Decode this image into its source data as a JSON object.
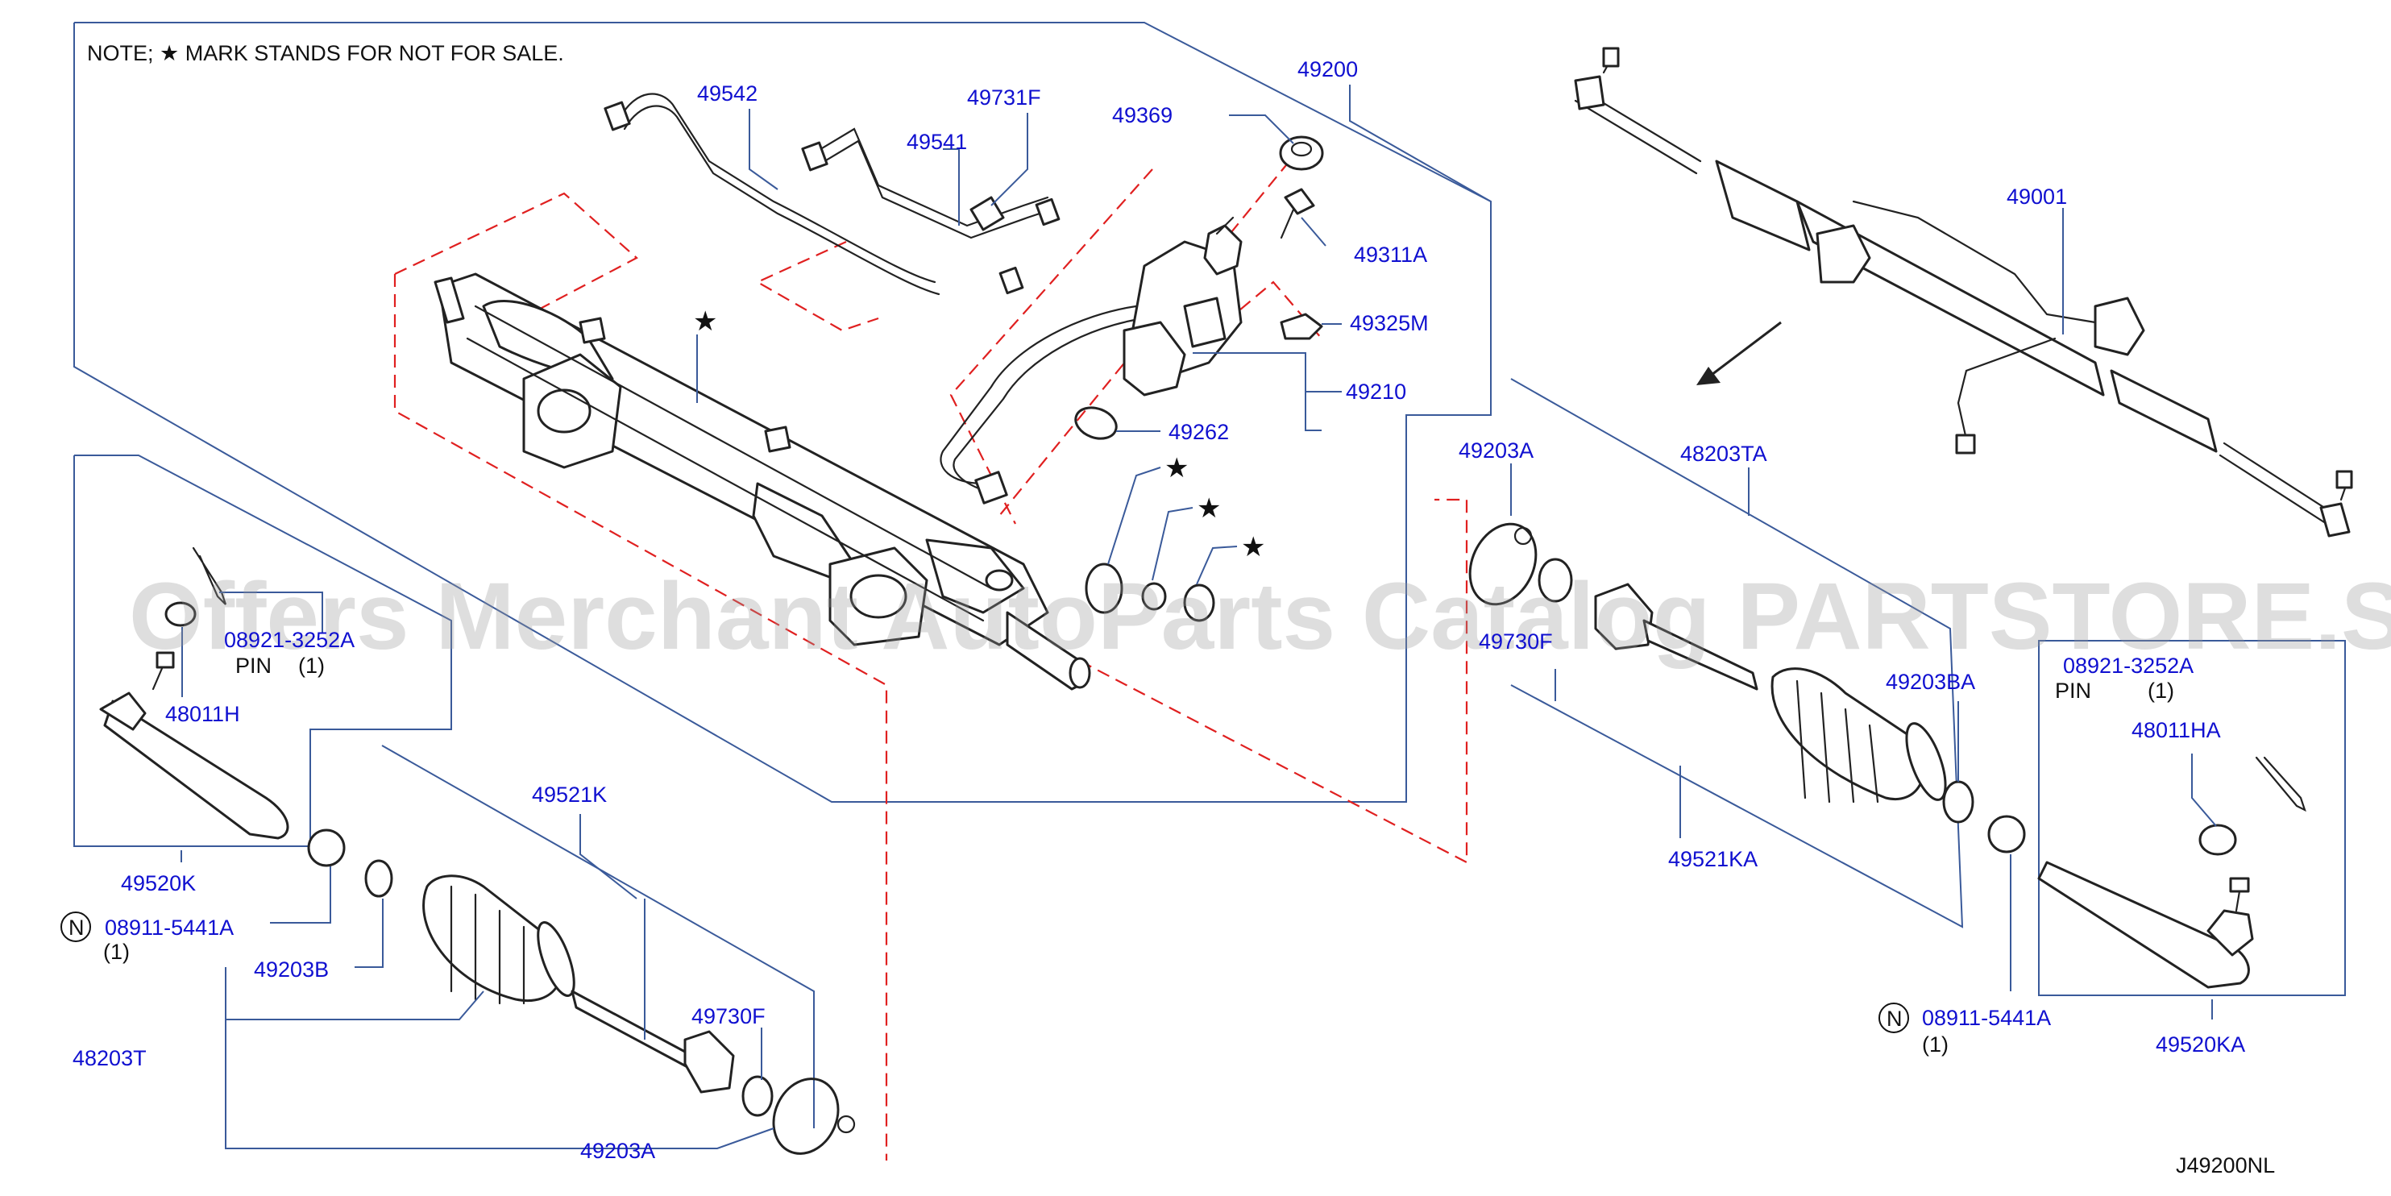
{
  "note": "NOTE;  ★ MARK  STANDS  FOR  NOT  FOR  SALE.",
  "watermark": "Offers Merchant AutoParts Catalog PARTSTORE.SA",
  "diagram_code": "J49200NL",
  "colors": {
    "label": "#1010d0",
    "leader": "#3a5a9a",
    "phantom": "#e02020"
  },
  "labels": {
    "l49200": "49200",
    "l49542": "49542",
    "l49731F": "49731F",
    "l49541": "49541",
    "l49369": "49369",
    "l49311A": "49311A",
    "l49325M": "49325M",
    "l49210": "49210",
    "l49262": "49262",
    "l49001": "49001",
    "l49203A_r": "49203A",
    "l48203TA": "48203TA",
    "l49730F_r": "49730F",
    "l49203BA": "49203BA",
    "l49521KA": "49521KA",
    "l08921_r": "08921-3252A",
    "pin_r": "PIN",
    "l48011HA": "48011HA",
    "l08911_r": "08911-5441A",
    "qty_08911_r": "(1)",
    "qty_08921_r": "(1)",
    "l49520KA": "49520KA",
    "l08921_l": "08921-3252A",
    "pin_l": "PIN",
    "qty_08921_l": "(1)",
    "l48011H": "48011H",
    "l49520K": "49520K",
    "l08911_l": "08911-5441A",
    "qty_08911_l": "(1)",
    "l49521K": "49521K",
    "l49203B": "49203B",
    "l48203T": "48203T",
    "l49730F_l": "49730F",
    "l49203A_l": "49203A",
    "n_symbol": "N"
  }
}
